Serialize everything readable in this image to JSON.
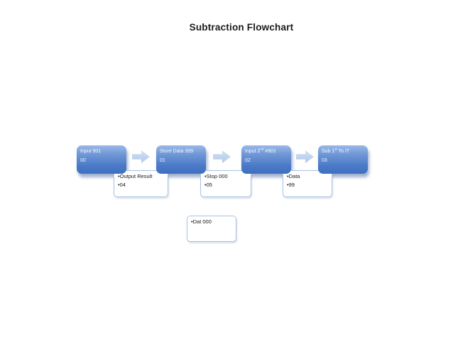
{
  "title": "Subtraction Flowchart",
  "flowchart": {
    "steps": [
      {
        "name_pre": "Input 901",
        "name_sup": "",
        "name_post": "",
        "code": "00"
      },
      {
        "name_pre": "Store Data 399",
        "name_sup": "",
        "name_post": "",
        "code": "01"
      },
      {
        "name_pre": "Input 2",
        "name_sup": "nd",
        "name_post": " #901",
        "code": "02"
      },
      {
        "name_pre": "Sub 1",
        "name_sup": "st",
        "name_post": " To IT",
        "code": "03"
      }
    ],
    "callouts": [
      {
        "line1": "•Output Result",
        "line2": "•04"
      },
      {
        "line1": "•Stop 000",
        "line2": "•05"
      },
      {
        "line1": "•Data",
        "line2": "•99"
      }
    ],
    "detached_callout": {
      "line1": "•Dat 000"
    }
  },
  "colors": {
    "title_text": "#1a1a1a",
    "box_blue_top": "#9ab8e8",
    "box_blue_bottom": "#3e6fc0",
    "arrow_fill": "#aec7e8",
    "callout_border": "#a9c4e2"
  }
}
